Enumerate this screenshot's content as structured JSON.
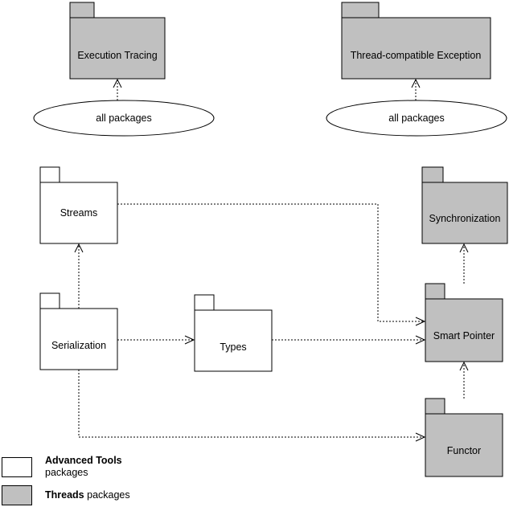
{
  "colors": {
    "gray": "#c0c0c0",
    "white": "#ffffff",
    "line": "#000000"
  },
  "packages": {
    "execution_tracing": {
      "label": "Execution Tracing",
      "style": "gray"
    },
    "thread_compatible_exception": {
      "label": "Thread-compatible Exception",
      "style": "gray"
    },
    "streams": {
      "label": "Streams",
      "style": "white"
    },
    "synchronization": {
      "label": "Synchronization",
      "style": "gray"
    },
    "serialization": {
      "label": "Serialization",
      "style": "white"
    },
    "types": {
      "label": "Types",
      "style": "white"
    },
    "smart_pointer": {
      "label": "Smart Pointer",
      "style": "gray"
    },
    "functor": {
      "label": "Functor",
      "style": "gray"
    }
  },
  "ellipses": {
    "all_packages_left": {
      "label": "all packages"
    },
    "all_packages_right": {
      "label": "all packages"
    }
  },
  "dependencies": [
    {
      "from": "all_packages_left",
      "to": "execution_tracing"
    },
    {
      "from": "all_packages_right",
      "to": "thread_compatible_exception"
    },
    {
      "from": "serialization",
      "to": "streams"
    },
    {
      "from": "serialization",
      "to": "types"
    },
    {
      "from": "serialization",
      "to": "functor"
    },
    {
      "from": "streams",
      "to": "smart_pointer"
    },
    {
      "from": "types",
      "to": "smart_pointer"
    },
    {
      "from": "smart_pointer",
      "to": "synchronization"
    },
    {
      "from": "functor",
      "to": "smart_pointer"
    }
  ],
  "legend": {
    "advanced": {
      "bold": "Advanced Tools",
      "rest": "packages"
    },
    "threads": {
      "bold": "Threads",
      "rest": "packages"
    }
  }
}
